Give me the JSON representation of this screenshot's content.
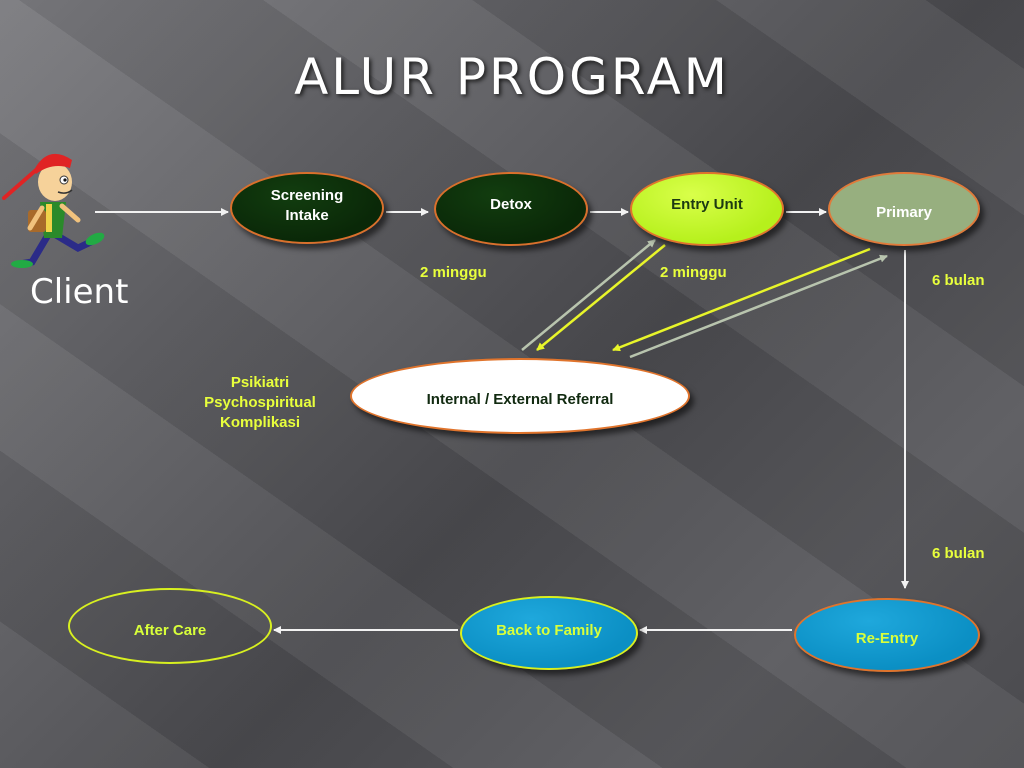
{
  "title": "ALUR PROGRAM",
  "client": {
    "label": "Client"
  },
  "nodes": {
    "screening": "Screening\nIntake",
    "detox": "Detox",
    "entry_unit": "Entry Unit",
    "primary": "Primary",
    "referral": "Internal / External Referral",
    "re_entry": "Re-Entry",
    "back_to_family": "Back to Family",
    "after_care": "After Care"
  },
  "notes": {
    "detox_duration": "2 minggu",
    "entry_duration": "2 minggu",
    "primary_duration": "6 bulan",
    "reentry_duration": "6 bulan",
    "referral_reasons": [
      "Psikiatri",
      "Psychospiritual",
      "Komplikasi"
    ]
  },
  "colors": {
    "accent_yellow": "#e8ff3c",
    "border_orange": "#e0742c",
    "node_dark_green": "#0a2808",
    "node_lime": "#b6f01c",
    "node_blue": "#0b8fc4",
    "node_sage": "#97af7f"
  }
}
